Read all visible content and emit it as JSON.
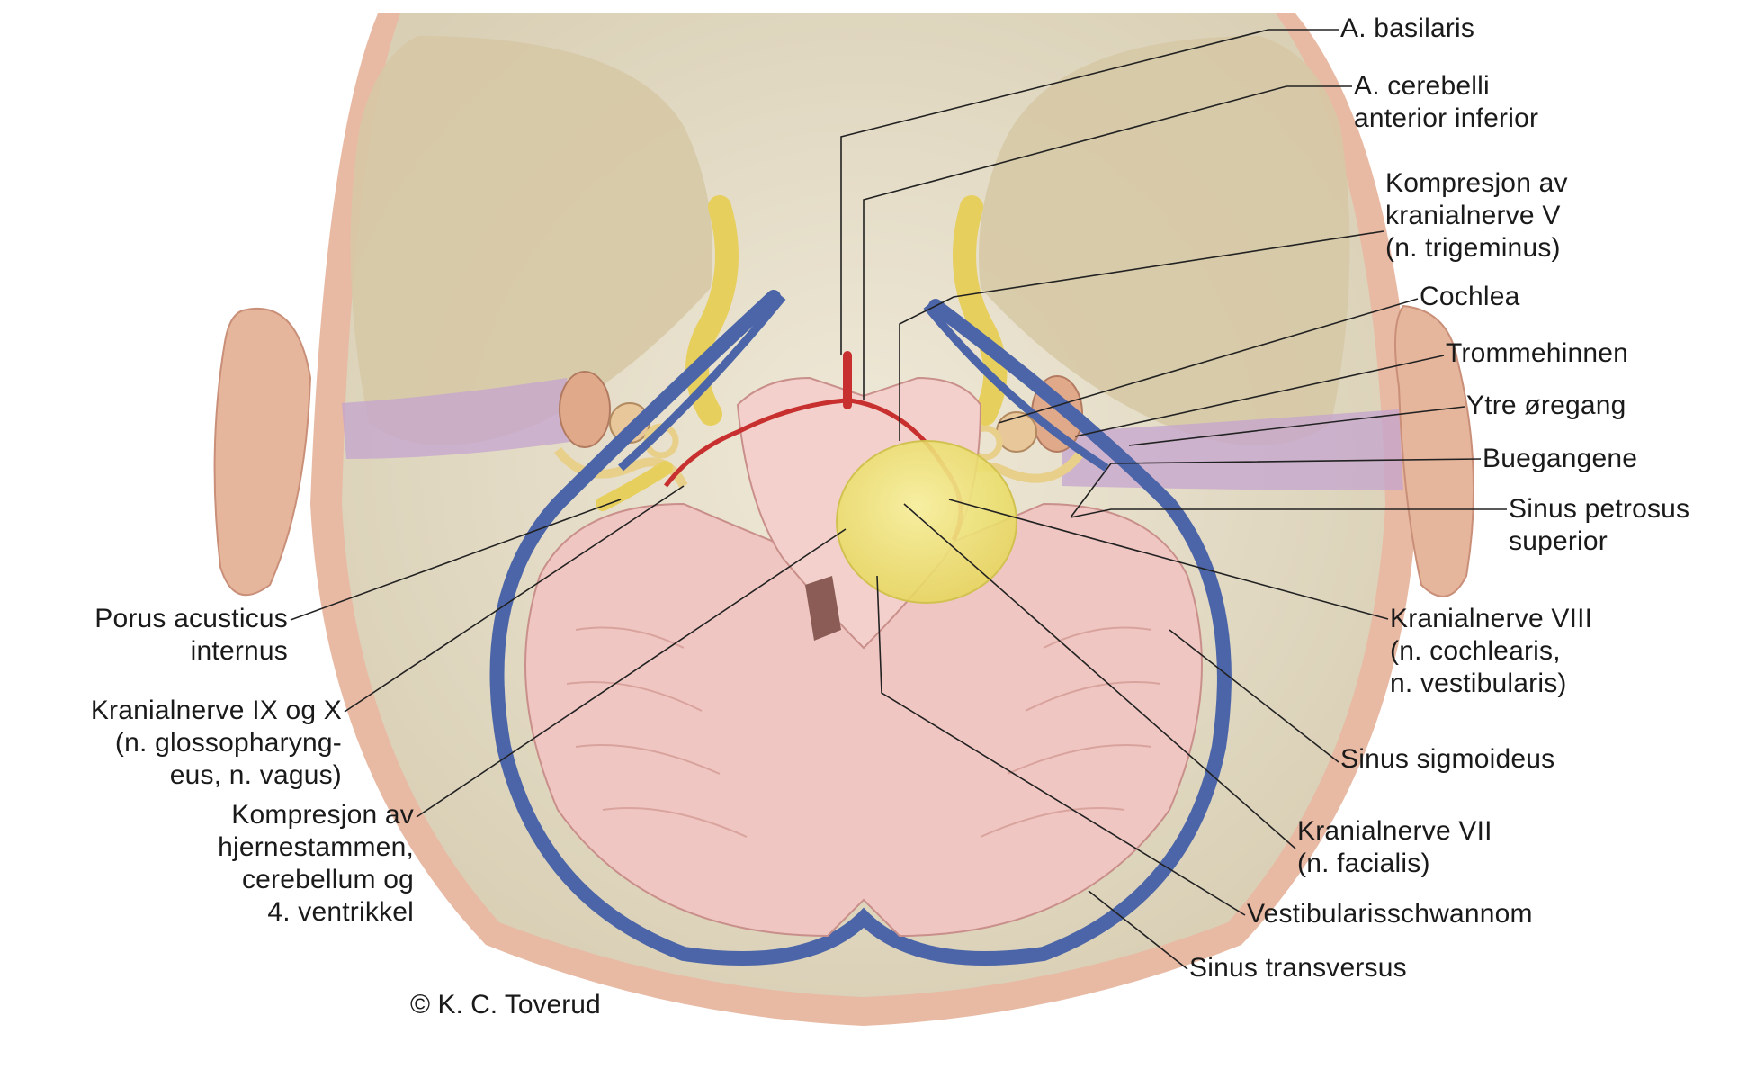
{
  "figure": {
    "colors": {
      "skull": "#e9e2cf",
      "fossa": "#d7cbad",
      "scalp": "#e8b9a3",
      "ear": "#e6b69c",
      "sinus": "#4b65a8",
      "artery": "#c7302f",
      "brain": "#f0c6c2",
      "nerve": "#e7cf5e",
      "tumor": "#f1e67a",
      "canal": "#c4a4cf"
    },
    "labels": {
      "basilaris": [
        "A. basilaris"
      ],
      "aica": [
        "A. cerebelli",
        "anterior inferior"
      ],
      "trigeminus": [
        "Kompresjon av",
        "kranialnerve V",
        "(n. trigeminus)"
      ],
      "cochlea": [
        "Cochlea"
      ],
      "trommehinnen": [
        "Trommehinnen"
      ],
      "oregang": [
        "Ytre øregang"
      ],
      "buegangene": [
        "Buegangene"
      ],
      "petrosus": [
        "Sinus petrosus",
        "superior"
      ],
      "n8": [
        "Kranialnerve VIII",
        "(n. cochlearis,",
        "n. vestibularis)"
      ],
      "sigmoideus": [
        "Sinus sigmoideus"
      ],
      "n7": [
        "Kranialnerve VII",
        "(n. facialis)"
      ],
      "schwannom": [
        "Vestibularisschwannom"
      ],
      "transversus": [
        "Sinus transversus"
      ],
      "porus": [
        "Porus acusticus",
        "internus"
      ],
      "n9_10": [
        "Kranialnerve IX og X",
        "(n. glossopharyng-",
        "eus, n. vagus)"
      ],
      "hjernestamme": [
        "Kompresjon av",
        "hjernestammen,",
        "cerebellum og",
        "4. ventrikkel"
      ]
    },
    "copyright": "© K. C. Toverud"
  }
}
